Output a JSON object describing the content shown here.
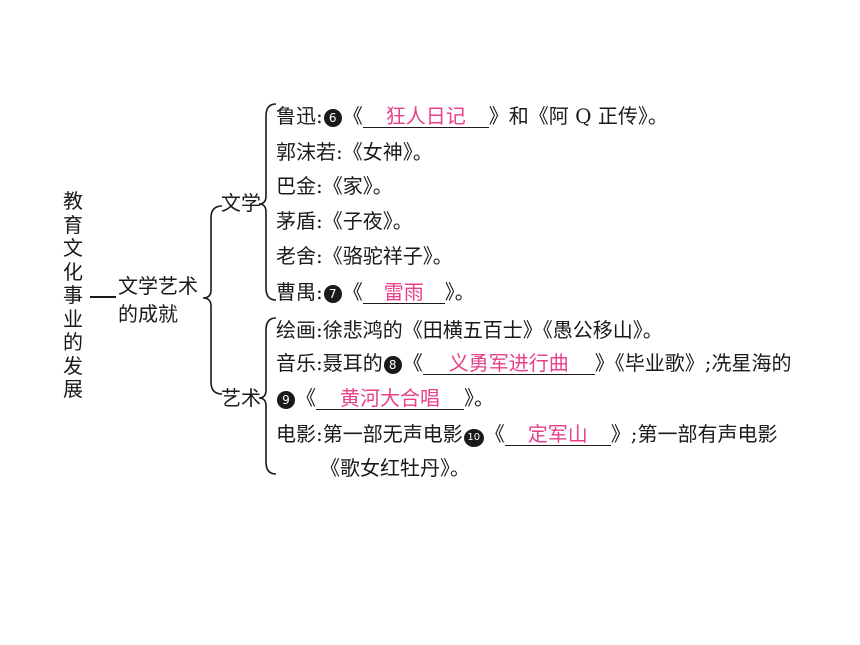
{
  "root": "教育文化事业的发展",
  "branch": {
    "line1": "文学艺术",
    "line2": "的成就"
  },
  "literature": {
    "label": "文学",
    "items": [
      {
        "pre": "鲁迅:",
        "num": "6",
        "open": "《",
        "answer": "狂人日记",
        "post": "》和《阿 Q 正传》。"
      },
      {
        "text": "郭沫若:《女神》。"
      },
      {
        "text": "巴金:《家》。"
      },
      {
        "text": "茅盾:《子夜》。"
      },
      {
        "text": "老舍:《骆驼祥子》。"
      },
      {
        "pre": "曹禺:",
        "num": "7",
        "open": "《",
        "answer": "雷雨",
        "post": "》。"
      }
    ]
  },
  "art": {
    "label": "艺术",
    "painting": "绘画:徐悲鸿的《田横五百士》《愚公移山》。",
    "music": {
      "pre": "音乐:聂耳的",
      "num8": "8",
      "open8": "《",
      "answer8": "义勇军进行曲",
      "mid": "》《毕业歌》;冼星海的",
      "num9": "9",
      "open9": "《",
      "answer9": "黄河大合唱",
      "post9": "》。"
    },
    "film": {
      "pre": "电影:第一部无声电影",
      "num10": "10",
      "open10": "《",
      "answer10": "定军山",
      "post10": "》;第一部有声电影",
      "line2": "《歌女红牡丹》。"
    }
  },
  "colors": {
    "answer": "#e8408a",
    "text": "#1a1a1a"
  }
}
